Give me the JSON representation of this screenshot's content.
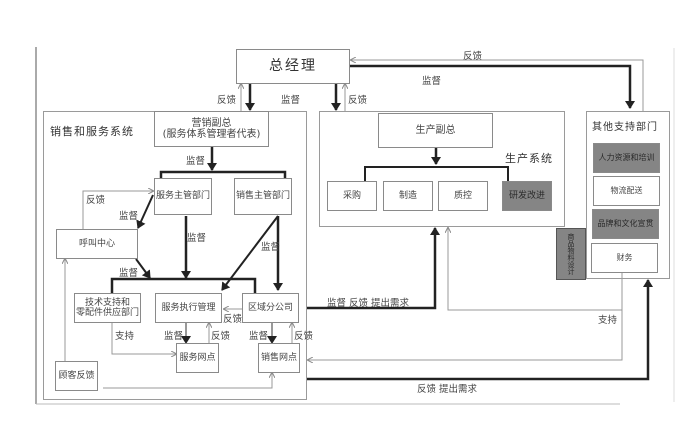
{
  "general_manager": "总经理",
  "sales_service_system": {
    "title": "销售和服务系统",
    "marketing_vp": [
      "营销副总",
      "(服务体系管理者代表)"
    ],
    "service_dept": "服务主管部门",
    "sales_dept": "销售主管部门",
    "call_center": "呼叫中心",
    "tech_support": [
      "技术支持和",
      "零配件供应部门"
    ],
    "service_exec": "服务执行管理",
    "regional_branch": "区域分公司",
    "service_outlet": "服务网点",
    "sales_outlet": "销售网点",
    "customer_feedback": "顾客反馈"
  },
  "production_system": {
    "title": "生产系统",
    "production_vp": "生产副总",
    "units": [
      "采购",
      "制造",
      "质控",
      "研发改进"
    ]
  },
  "other_support": {
    "title": "其他支持部门",
    "units": [
      "人力资源和培训",
      "物流配送",
      "品牌和文化宣贯",
      "财务"
    ]
  },
  "product_material_design": "商品物料设计",
  "edge_labels": {
    "feedback": "反馈",
    "supervise": "监督",
    "support": "支持",
    "supervise_feedback_request": "监督 反馈 提出需求",
    "feedback_request": "反馈 提出需求"
  }
}
